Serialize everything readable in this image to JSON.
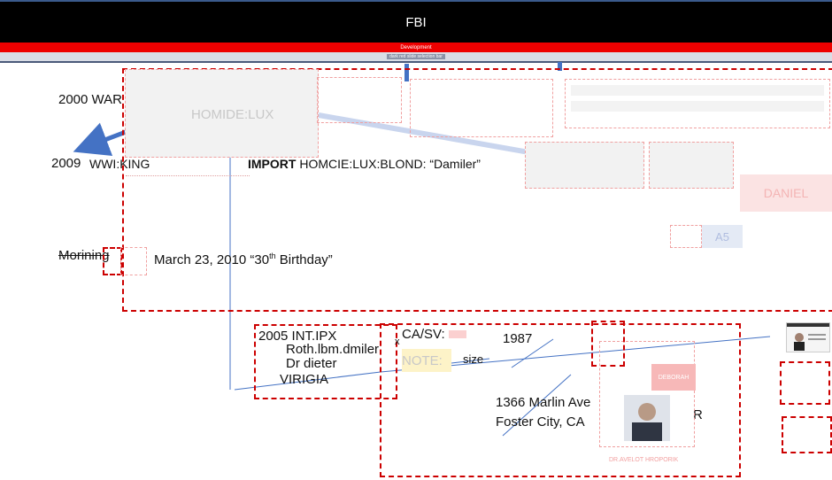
{
  "header": {
    "title": "FBI",
    "subtitle": "Development",
    "ribbon_text": "dark red slide selection bar"
  },
  "colors": {
    "header_bg": "#000000",
    "accent_red": "#ee0000",
    "dash_red": "#cc0000",
    "arrow_blue": "#4472c4"
  },
  "labels": {
    "year_2000": "2000 WAR",
    "year_2009": "2009",
    "wwi_king": "WWI:KING",
    "homide": "HOMIDE:LUX",
    "import_bold": "IMPORT",
    "import_rest": "HOMCIE:LUX:BLOND: “Damiler”",
    "daniel": "DANIEL",
    "a5": "A5",
    "morning": "Morining",
    "march_date": "March 23, 2010 “30",
    "th": "th",
    "march_tail": " Birthday”",
    "int_ipx": "2005 INT.IPX",
    "roth": "Roth.lbm.dmiler",
    "dieter": "Dr dieter",
    "virigia": "VIRIGIA",
    "ca_sv": "CA/SV:",
    "note": "NOTE:",
    "note_tail": "size",
    "year_1987": "1987",
    "address1": "1366 Marlin Ave",
    "address2": "Foster City, CA",
    "r_letter": "R",
    "deborah": "DEBORAH",
    "pink_caption": "DR.AVELOT HROPORIK",
    "x_mark": "x"
  },
  "icons": {
    "left_arrow": "arrow-left-icon",
    "diag_arrow": "arrow-diagonal-icon",
    "thumbnail": "image-thumbnail-icon"
  }
}
